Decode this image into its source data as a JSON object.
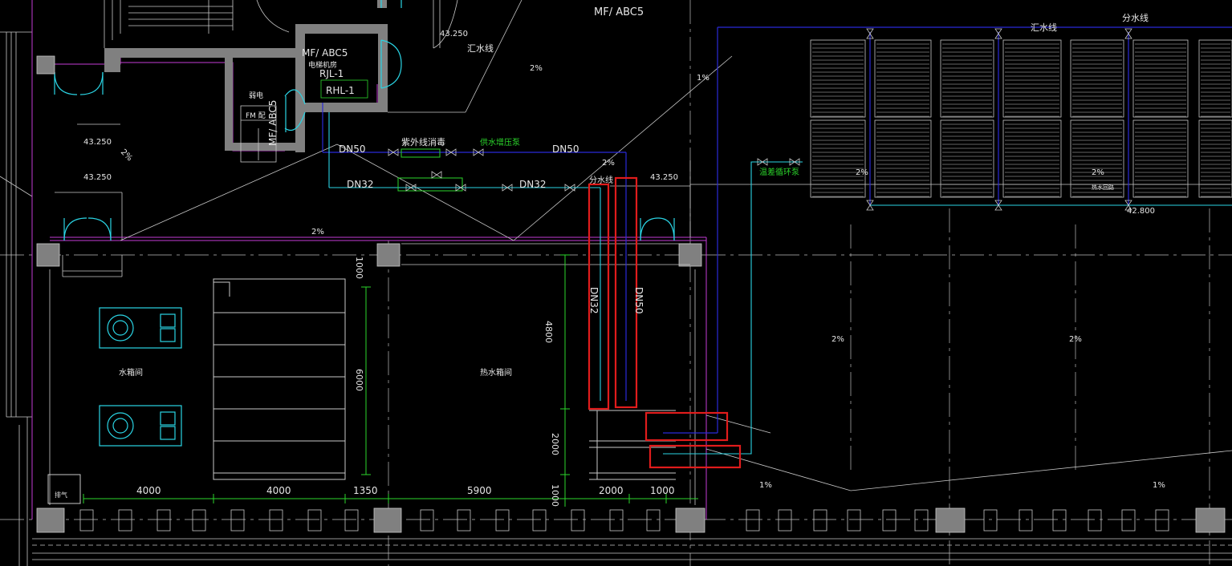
{
  "labels": {
    "top_center_title": "MF/ ABC5",
    "elevator_room_title": "MF/ ABC5",
    "elevator_room_name": "电梯机房",
    "riser_rjl": "RJL-1",
    "riser_rhl": "RHL-1",
    "weak_current": "弱电",
    "fm_text": "FM 配",
    "vertical_mf": "MF/ ABC5",
    "return_pipe_top": "汇水线",
    "return_pipe_right": "汇水线",
    "supply_pipe_right": "分水线",
    "supply_pipe_mid": "分水线",
    "uv_disinfector": "紫外线消毒",
    "booster_pump": "供水增压泵",
    "circulation_pump": "温差循环泵",
    "dn50_left": "DN50",
    "dn50_right": "DN50",
    "dn32_left": "DN32",
    "dn32_right": "DN32",
    "dn32_vertical": "DN32",
    "dn50_vertical": "DN50",
    "elev_1": "43.250",
    "elev_2": "43.250",
    "elev_3": "43.250",
    "elev_4": "43.250",
    "elev_roof": "42.800",
    "slope_1": "2%",
    "slope_2": "2%",
    "slope_3": "1%",
    "slope_4": "2%",
    "slope_5": "2%",
    "slope_6": "2%",
    "slope_7": "2%",
    "slope_8": "2%",
    "slope_9": "2%",
    "slope_10": "1%",
    "slope_11": "1%",
    "slope_12": "2%",
    "water_tank_room": "水箱间",
    "hot_water_tank_room": "热水箱间",
    "vent_label": "排气",
    "dim_v_1000a": "1000",
    "dim_v_6000": "6000",
    "dim_v_4800": "4800",
    "dim_v_2000": "2000",
    "dim_v_1000b": "1000",
    "dim_h_4000a": "4000",
    "dim_h_4000b": "4000",
    "dim_h_1350": "1350",
    "dim_h_5900": "5900",
    "dim_h_2000": "2000",
    "dim_h_1000": "1000",
    "small_label_right": "热水回路"
  },
  "colors": {
    "background": "#000000",
    "wall": "#808080",
    "grid": "#bdbdbd",
    "cyan": "#2ad4e4",
    "magenta": "#c43cd6",
    "blue_pipe": "#2a2ad8",
    "green": "#2bd62b",
    "highlight_red": "#e01c1c"
  }
}
